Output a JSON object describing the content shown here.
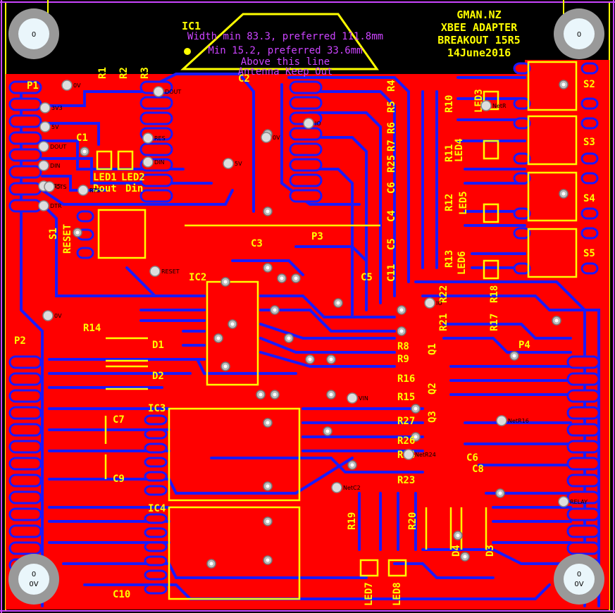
{
  "board": {
    "brand_lines": [
      "GMAN.NZ",
      "XBEE ADAPTER",
      "BREAKOUT 15R5",
      "14June2016"
    ],
    "ic1_label": "IC1",
    "keepout_note": [
      "Width min 83.3, preferred 111.8mm",
      "Min 15.2, preferred 33.6mm",
      "Above this line",
      "Antenna Keep Out"
    ],
    "mount_holes": [
      {
        "label": "0"
      },
      {
        "label": "0"
      },
      {
        "label": "0",
        "sub": "0V"
      },
      {
        "label": "0",
        "sub": "0V"
      }
    ],
    "designators": [
      "P1",
      "R1",
      "R2",
      "R3",
      "C2",
      "C1",
      "LED1",
      "LED2",
      "Dout",
      "Din",
      "S1",
      "RESET",
      "P3",
      "C3",
      "IC2",
      "R14",
      "D1",
      "D2",
      "P2",
      "C7",
      "C9",
      "IC3",
      "IC4",
      "C10",
      "R4",
      "R5",
      "R6",
      "R7",
      "R25",
      "C6",
      "C4",
      "C5",
      "C11",
      "C5b",
      "R10",
      "R11",
      "R12",
      "R13",
      "LED3",
      "LED4",
      "LED5",
      "LED6",
      "S2",
      "S3",
      "S4",
      "S5",
      "R22",
      "R21",
      "R17",
      "R18",
      "P4",
      "Q1",
      "Q2",
      "Q3",
      "R8",
      "R9",
      "R16",
      "R15",
      "R27",
      "R26",
      "R24",
      "R23",
      "C6b",
      "C8",
      "R19",
      "R20",
      "LED7",
      "LED8",
      "D4",
      "D3"
    ],
    "net_labels": [
      "0V",
      "3V3",
      "5V",
      "DOUT",
      "DIN",
      "RTS",
      "DTR",
      "RES",
      "IO",
      "0V",
      "NetR",
      "CTS",
      "RESET",
      "DOUT",
      "DIN",
      "5V",
      "RTS",
      "VIN",
      "RELAY",
      "NetC2",
      "NetR16",
      "NetR24",
      "IO",
      "0V"
    ]
  }
}
